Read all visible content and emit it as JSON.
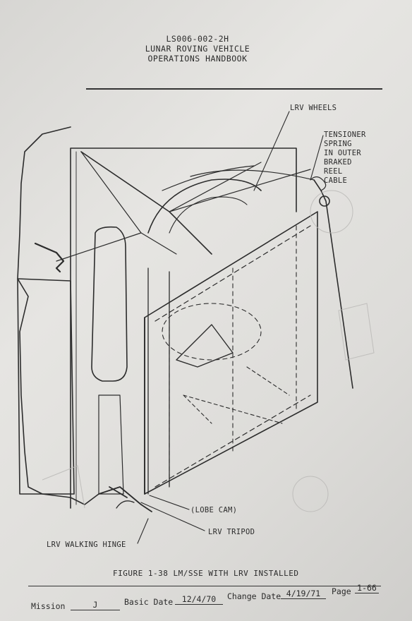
{
  "header": {
    "doc_number": "LS006-002-2H",
    "title_line1": "LUNAR ROVING VEHICLE",
    "title_line2": "OPERATIONS HANDBOOK"
  },
  "callouts": {
    "lrv_wheels": "LRV WHEELS",
    "tensioner_1": "TENSIONER",
    "tensioner_2": "SPRING",
    "tensioner_3": "IN OUTER",
    "tensioner_4": "BRAKED",
    "tensioner_5": "REEL",
    "tensioner_6": "CABLE",
    "lobe_cam": "(LOBE CAM)",
    "lrv_tripod": "LRV TRIPOD",
    "walking_hinge": "LRV WALKING HINGE"
  },
  "figure_caption": "FIGURE 1-38   LM/SSE WITH LRV INSTALLED",
  "footer": {
    "mission_label": "Mission",
    "mission_value": "J",
    "basic_date_label": "Basic Date",
    "basic_date_value": "12/4/70",
    "change_date_label": "Change Date",
    "change_date_value": "4/19/71",
    "page_label": "Page",
    "page_value": "1-66"
  }
}
